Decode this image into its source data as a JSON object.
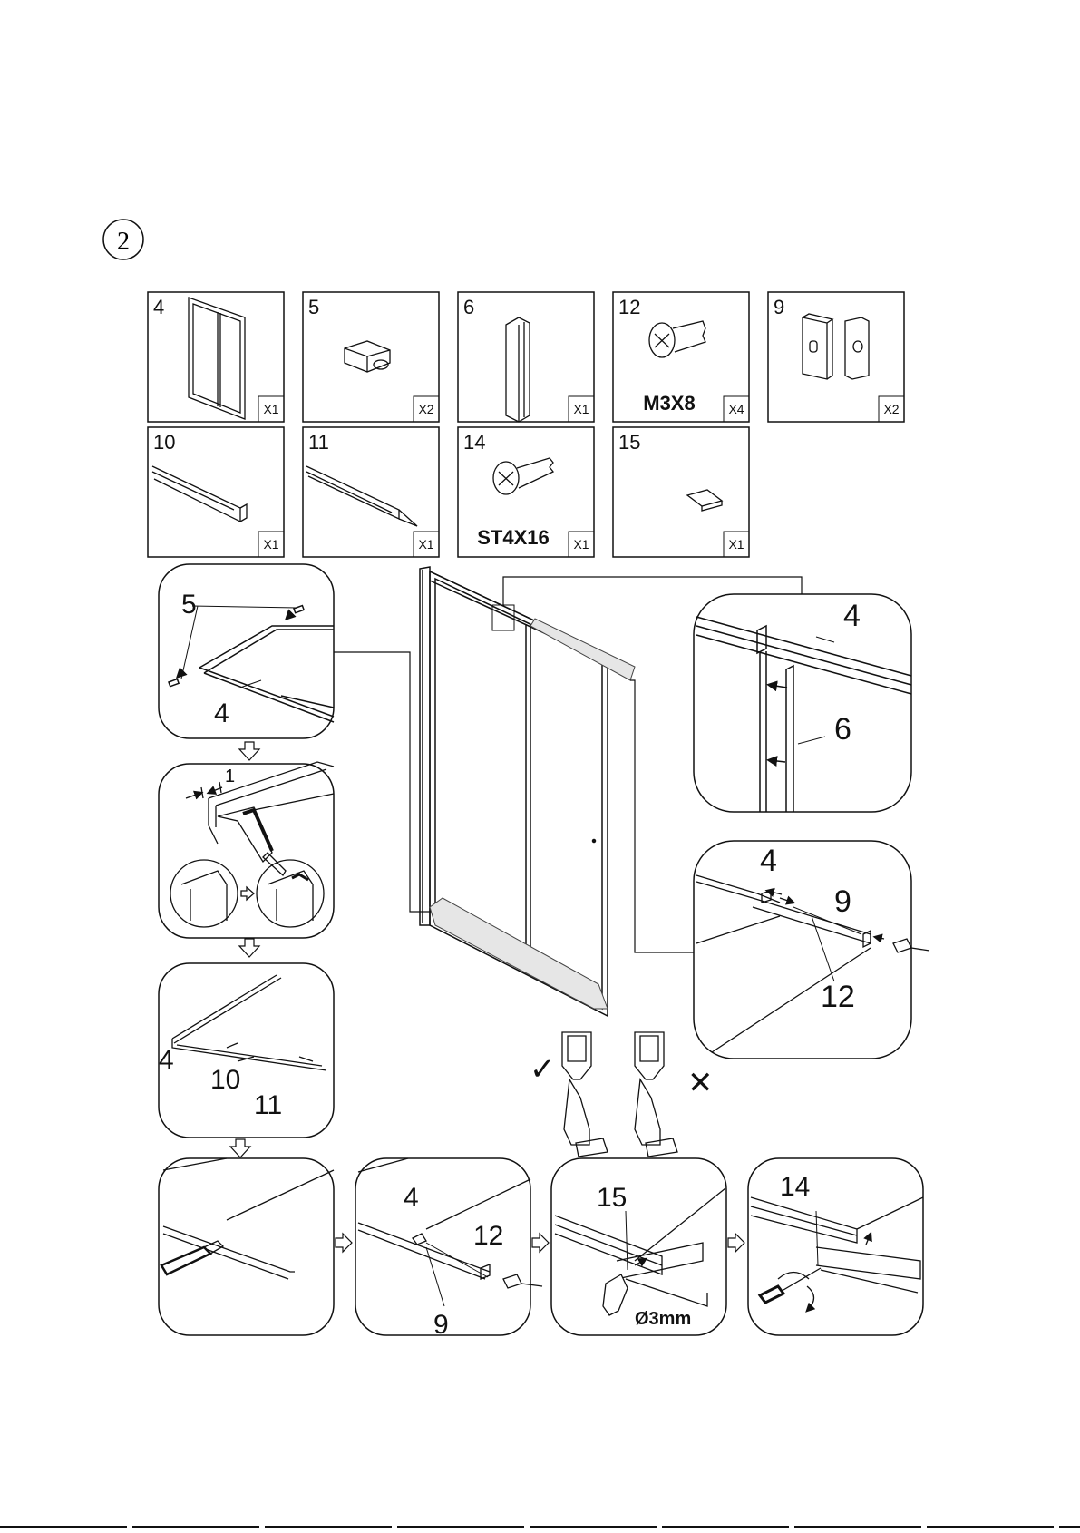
{
  "step": {
    "number": "2"
  },
  "parts": [
    {
      "num": "4",
      "qty": "X1",
      "spec": ""
    },
    {
      "num": "5",
      "qty": "X2",
      "spec": ""
    },
    {
      "num": "6",
      "qty": "X1",
      "spec": ""
    },
    {
      "num": "12",
      "qty": "X4",
      "spec": "M3X8"
    },
    {
      "num": "9",
      "qty": "X2",
      "spec": ""
    },
    {
      "num": "10",
      "qty": "X1",
      "spec": ""
    },
    {
      "num": "11",
      "qty": "X1",
      "spec": ""
    },
    {
      "num": "14",
      "qty": "X1",
      "spec": "ST4X16"
    },
    {
      "num": "15",
      "qty": "X1",
      "spec": ""
    }
  ],
  "details": {
    "a": {
      "part5": "5",
      "part4": "4"
    },
    "b": {
      "dim": "1"
    },
    "c": {
      "part4": "4",
      "part10": "10",
      "part11": "11"
    },
    "top_right": {
      "part4": "4",
      "part6": "6"
    },
    "mid_right": {
      "part4": "4",
      "part9": "9",
      "part12": "12"
    },
    "e": {
      "part4": "4",
      "part12": "12",
      "part9": "9"
    },
    "f": {
      "part15": "15",
      "drill": "Ø3mm"
    },
    "g": {
      "part14": "14"
    }
  },
  "marks": {
    "correct": "✓",
    "wrong": "✕"
  },
  "colors": {
    "ink": "#111111",
    "line": "#222222",
    "glass": "#e6e6e6",
    "background": "#ffffff"
  }
}
